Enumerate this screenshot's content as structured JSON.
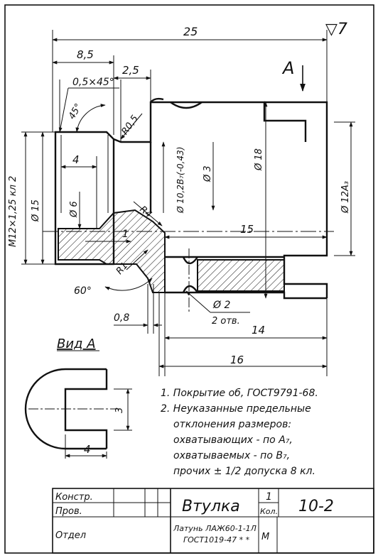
{
  "surface_mark": "▽7",
  "view_arrow_label": "A",
  "dimensions": {
    "overall_length": "25",
    "len_8_5": "8,5",
    "chamfer": "0,5×45°",
    "len_2_5": "2,5",
    "angle_45": "45°",
    "radius_r05": "R0,5",
    "thread": "M12×1,25 кл 2",
    "dia_15": "Ø 15",
    "len_4": "4",
    "dia_6": "Ø 6",
    "radius_r4": "R4",
    "dia_10_2": "Ø 10,2В₇(-0,43)",
    "dia_3": "Ø 3",
    "dia_18": "Ø 18",
    "dia_12": "Ø 12А₃",
    "len_1": "1",
    "len_15": "15",
    "radius_r1": "R1",
    "angle_60": "60°",
    "dia_2": "Ø 2",
    "two_holes": "2 отв.",
    "len_0_8": "0,8",
    "len_14": "14",
    "len_16": "16",
    "view_len_4": "4",
    "view_len_3": "3"
  },
  "view_a_title": "Вид А",
  "notes": [
    "1. Покрытие об, ГОСТ9791-68.",
    "2. Неуказанные предельные",
    "отклонения размеров:",
    "охватывающих - по А₇,",
    "охватываемых - по В₇,",
    "прочих ± 1/2 допуска 8 кл."
  ],
  "title_block": {
    "row1_label": "Констр.",
    "row2_label": "Пров.",
    "row3_label": "Отдел",
    "part_name": "Втулка",
    "quantity": "1",
    "qty_label": "Кол.",
    "drawing_number": "10-2",
    "material_line1": "Латунь ЛАЖ60-1-1Л",
    "material_line2": "ГОСТ1019-47 * *",
    "scale_mark": "М"
  }
}
